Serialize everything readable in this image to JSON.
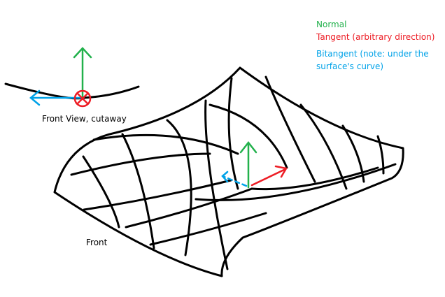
{
  "legend": {
    "normal": "Normal",
    "tangent": "Tangent (arbitrary direction)",
    "bitangent_line1": "Bitangent (note: under the",
    "bitangent_line2": "surface's curve)"
  },
  "captions": {
    "front_view": "Front View, cutaway",
    "front": "Front"
  },
  "colors": {
    "normal": "#22b14c",
    "tangent": "#ed1c24",
    "bitangent": "#00a2e8",
    "surface": "#000000"
  }
}
